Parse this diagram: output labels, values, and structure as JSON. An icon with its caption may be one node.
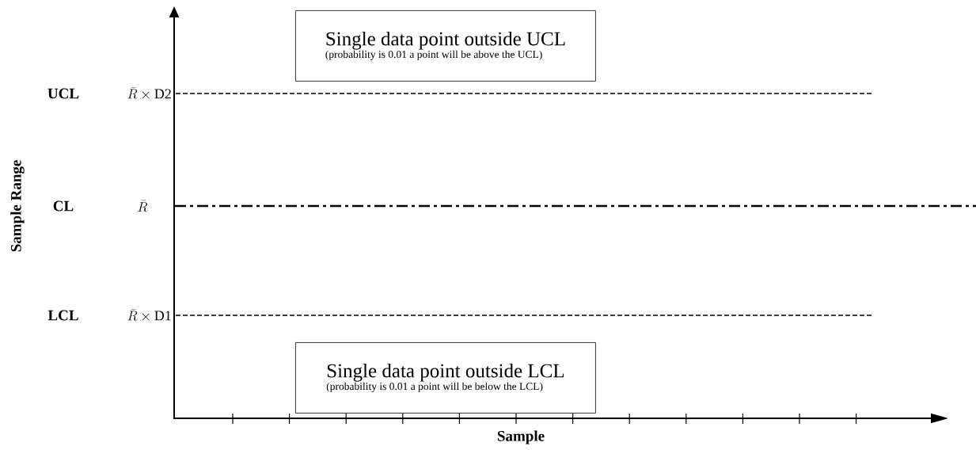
{
  "diagram": {
    "nodes": [
      {
        "text": [
          "Single data point outside UCL",
          "(probability is 0.01 a point will be above the UCL)"
        ]
      },
      {
        "text": [
          "Single data point outside LCL",
          "(probability is 0.01 a point will be below the LCL)"
        ]
      }
    ],
    "labels": [
      "UCL",
      "\\bar{R}\\times\\mathrm{D2}",
      "CL",
      "\\bar{R}",
      "LCL",
      "\\bar{R}\\times\\mathrm{D1}",
      "Sample Range",
      "Sample"
    ]
  }
}
